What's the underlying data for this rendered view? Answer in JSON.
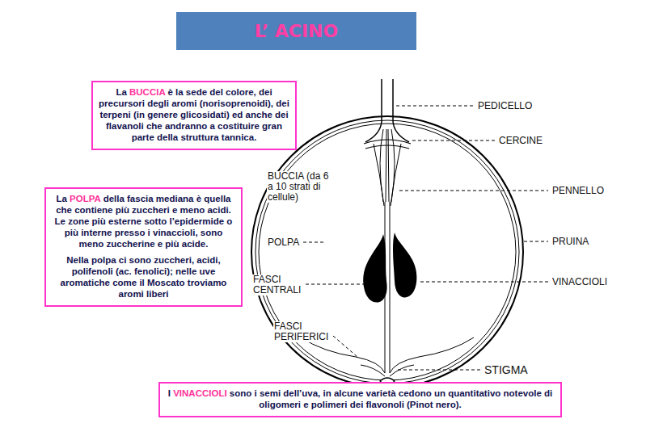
{
  "diagram": {
    "title": "L’ ACINO",
    "nodes": [
      {
        "text": [
          "La BUCCIA è la sede del colore, dei precursori degli aromi (norisoprenoidi), dei terpeni (in genere glicosidati) ed anche dei flavanoli che andranno a costituire gran parte della struttura tannica."
        ]
      },
      {
        "text": [
          "La POLPA della fascia mediana è quella che contiene più zuccheri e meno acidi. Le zone più esterne sotto l’epidermide o più interne presso i vinaccioli, sono meno zuccherine e più acide.",
          "Nella polpa ci sono zuccheri, acidi, polifenoli (ac. fenolici); nelle uve aromatiche come il Moscato troviamo aromi liberi"
        ]
      },
      {
        "text": [
          "I VINACCIOLI sono i semi dell’uva, in alcune varietà cedono un quantitativo notevole di oligomeri  e polimeri dei flavonoli (Pinot nero)."
        ]
      }
    ],
    "labels": [
      "PEDICELLO",
      "CERCINE",
      "BUCCIA (da 6 a 10 strati di cellule)",
      "PENNELLO",
      "POLPA",
      "PRUINA",
      "FASCI CENTRALI",
      "VINACCIOLI",
      "FASCI PERIFERICI",
      "STIGMA"
    ]
  }
}
